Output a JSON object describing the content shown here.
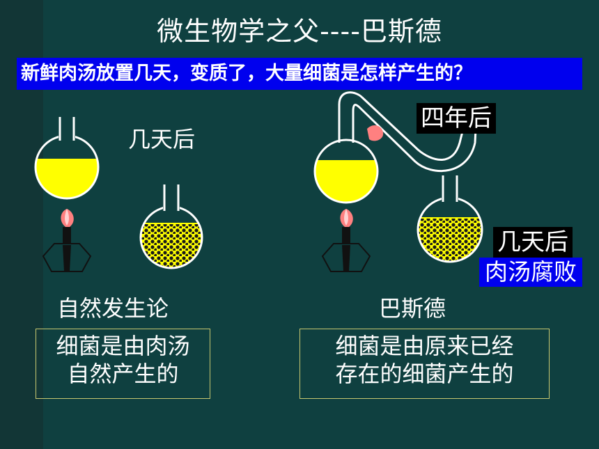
{
  "title": "微生物学之父----巴斯德",
  "question": "新鲜肉汤放置几天，变质了，大量细菌是怎样产生的？",
  "left": {
    "days_later": "几天后",
    "theory_label": "自然发生论",
    "box_line1": "细菌是由肉汤",
    "box_line2": "自然产生的"
  },
  "right": {
    "four_years_later": "四年后",
    "days_later": "几天后",
    "broth_spoiled": "肉汤腐败",
    "scientist_label": "巴斯德",
    "box_line1": "细菌是由原来已经",
    "box_line2": "存在的细菌产生的"
  },
  "colors": {
    "background": "#0f4040",
    "broth": "#ffff00",
    "question_bg": "#0000ee",
    "flame": "#ff8080"
  }
}
